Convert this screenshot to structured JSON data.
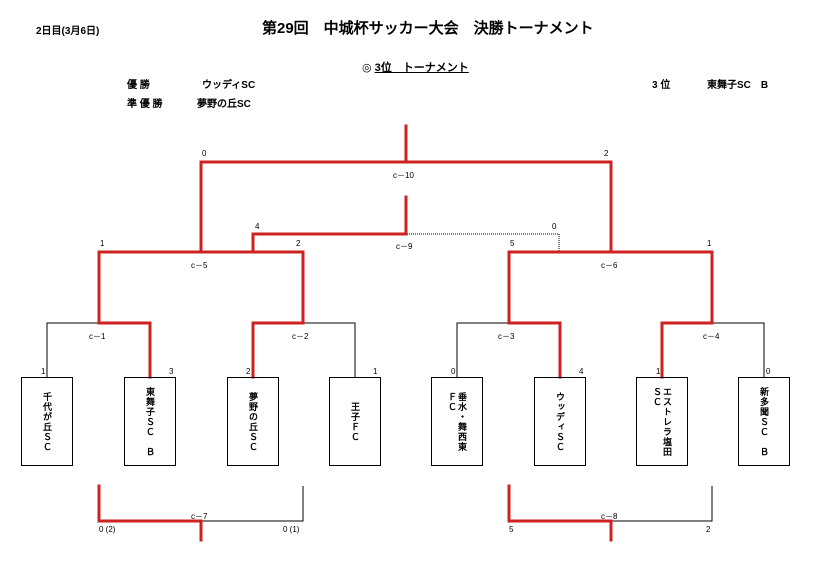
{
  "header": {
    "date": "2日目(3月6日)",
    "title": "第29回　中城杯サッカー大会　決勝トーナメント"
  },
  "third_place": {
    "marker": "◎",
    "title": "3位　トーナメント"
  },
  "rankings": {
    "first_label": "優 勝",
    "first_team": "ウッディSC",
    "second_label": "準 優 勝",
    "second_team": "夢野の丘SC",
    "third_label": "3 位",
    "third_team": "東舞子SC　B"
  },
  "teams": [
    "千代が丘ＳＣ",
    "東舞子ＳＣ　Ｂ",
    "夢野の丘ＳＣ",
    "王子ＦＣ",
    "垂水・舞西東\nＦＣ",
    "ウッディＳＣ",
    "エストレラ塩田\nＳＣ",
    "新多聞ＳＣ　Ｂ"
  ],
  "matches": {
    "c1": "c－1",
    "c2": "c－2",
    "c3": "c－3",
    "c4": "c－4",
    "c5": "c－5",
    "c6": "c－6",
    "c7": "c－7",
    "c8": "c－8",
    "c9": "c－9",
    "c10": "c－10"
  },
  "scores": {
    "c1_left": "1",
    "c1_right": "3",
    "c2_left": "2",
    "c2_right": "1",
    "c3_left": "0",
    "c3_right": "4",
    "c4_left": "1",
    "c4_right": "0",
    "c5_left": "1",
    "c5_right": "2",
    "c6_left": "5",
    "c6_right": "1",
    "c9_left": "4",
    "c9_right": "0",
    "c10_left": "0",
    "c10_right": "2",
    "c7_left": "0 (2)",
    "c7_right": "0 (1)",
    "c8_left": "5",
    "c8_right": "2"
  },
  "colors": {
    "winner_line": "#cc2222",
    "line": "#000000"
  }
}
